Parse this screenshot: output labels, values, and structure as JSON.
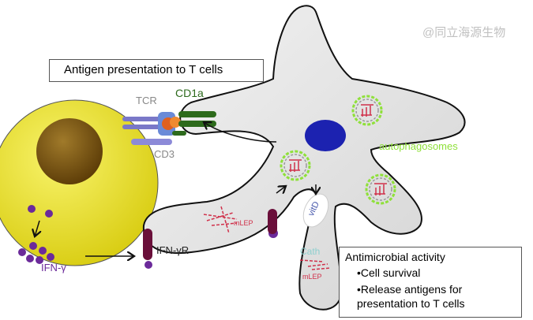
{
  "labels": {
    "antigen_box": "Antigen presentation to T cells",
    "tcr": "TCR",
    "cd1a": "CD1a",
    "cd3": "CD3",
    "autophagosomes": "autophagosomes",
    "ifn_gamma": "IFN-γ",
    "ifn_gamma_r": "IFN-γR",
    "vitd": "vitD",
    "cath": "Cath",
    "mlep_1": "mLEP",
    "mlep_2": "mLEP"
  },
  "outcome_box": {
    "title": "Antimicrobial activity",
    "items": [
      "Cell survival",
      "Release antigens for presentation to T cells"
    ]
  },
  "watermark": "@同立海源生物",
  "colors": {
    "t_cell": "#e8e030",
    "t_cell_nucleus": "#6b4a0a",
    "dendritic_cell": "#e6e6e6",
    "nucleus": "#1c22b0",
    "ifn": "#6b2a9a",
    "receptor": "#6a0f3a",
    "autophagosome": "#8fe03a",
    "mlep": "#d0304a",
    "cd1a": "#2d6a1c",
    "cath": "#8fd0cf"
  }
}
